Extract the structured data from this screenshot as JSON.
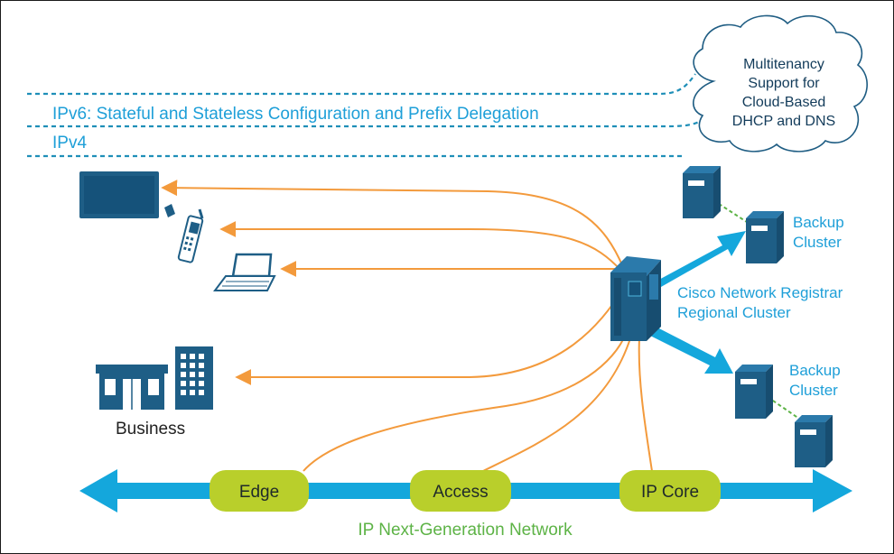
{
  "cloud": {
    "line1": "Multitenancy",
    "line2": "Support for",
    "line3": "Cloud-Based",
    "line4": "DHCP and DNS"
  },
  "protocols": {
    "ipv6": "IPv6: Stateful and Stateless Configuration and Prefix Delegation",
    "ipv4": "IPv4"
  },
  "regional_cluster": {
    "line1": "Cisco Network Registrar",
    "line2": "Regional Cluster"
  },
  "backup_top": {
    "line1": "Backup",
    "line2": "Cluster"
  },
  "backup_bottom": {
    "line1": "Backup",
    "line2": "Cluster"
  },
  "business_label": "Business",
  "network": {
    "edge": "Edge",
    "access": "Access",
    "core": "IP Core",
    "name": "IP Next-Generation Network"
  },
  "colors": {
    "dashed_blue": "#1f8fb8",
    "label_blue": "#1e9fd8",
    "arrow_orange": "#f39a3c",
    "device_navy": "#1e5e86",
    "pill_green": "#b9cf2b",
    "network_blue": "#14a7dc",
    "network_text_green": "#5db346"
  }
}
